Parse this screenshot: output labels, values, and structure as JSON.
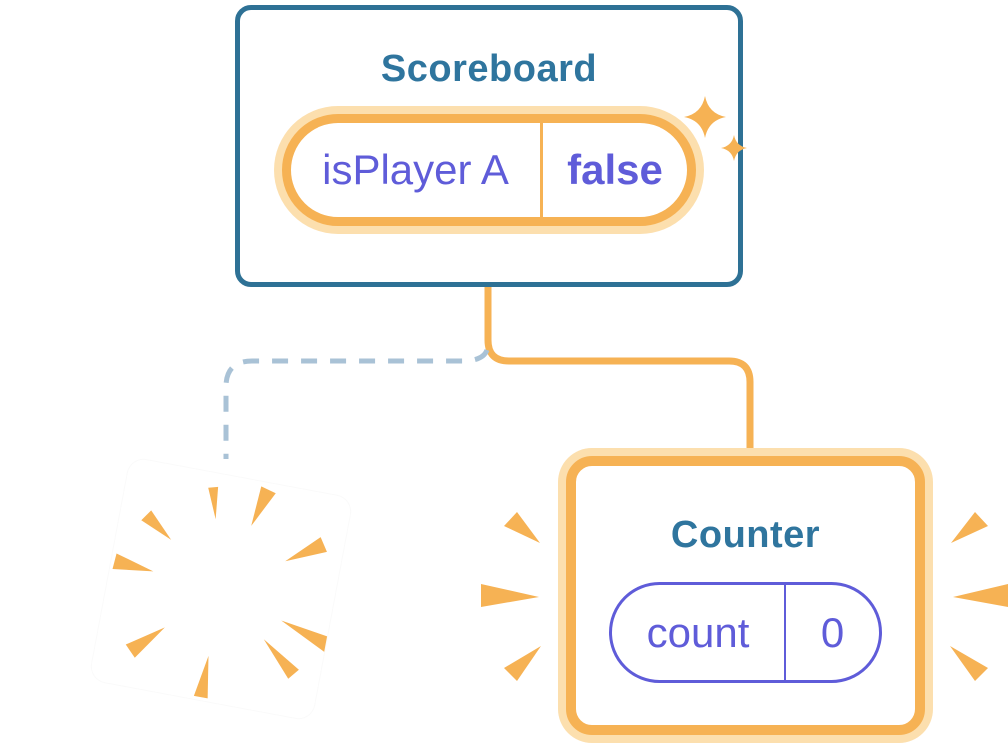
{
  "colors": {
    "blue_border": "#2e7195",
    "blue_text": "#2f759e",
    "orange": "#f6b254",
    "orange_light": "#fcdfae",
    "purple": "#5f5cd9",
    "dash_blue": "#a9c2d6",
    "card_bg": "#ffffff"
  },
  "scoreboard": {
    "title": "Scoreboard",
    "state": {
      "name": "isPlayer A",
      "value": "false"
    }
  },
  "counter": {
    "title": "Counter",
    "state": {
      "name": "count",
      "value": "0"
    }
  },
  "icons": {
    "sparkles": "sparkles-icon",
    "poof": "poof-burst-icon",
    "emphasis": "emphasis-marks-icon"
  }
}
